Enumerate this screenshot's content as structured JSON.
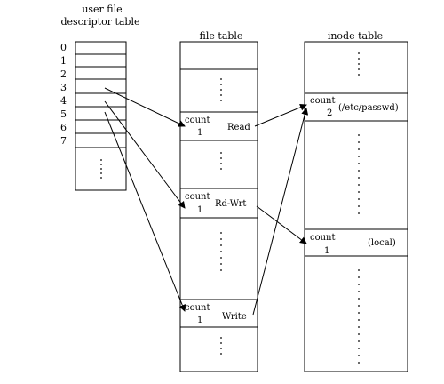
{
  "titles": {
    "ufd_line1": "user file",
    "ufd_line2": "descriptor table",
    "file_table": "file table",
    "inode_table": "inode table"
  },
  "ufd_indices": [
    "0",
    "1",
    "2",
    "3",
    "4",
    "5",
    "6",
    "7"
  ],
  "file_entries": [
    {
      "count_label": "count",
      "count_value": "1",
      "mode": "Read"
    },
    {
      "count_label": "count",
      "count_value": "1",
      "mode": "Rd-Wrt"
    },
    {
      "count_label": "count",
      "count_value": "1",
      "mode": "Write"
    }
  ],
  "inode_entries": [
    {
      "count_label": "count",
      "count_value": "2",
      "name": "(/etc/passwd)"
    },
    {
      "count_label": "count",
      "count_value": "1",
      "name": "(local)"
    }
  ],
  "pointers": [
    {
      "from": "fd 3",
      "to": "file entry Read"
    },
    {
      "from": "fd 4",
      "to": "file entry Rd-Wrt"
    },
    {
      "from": "fd 5",
      "to": "file entry Write"
    },
    {
      "from": "file entry Read",
      "to": "inode (/etc/passwd)"
    },
    {
      "from": "file entry Write",
      "to": "inode (/etc/passwd)"
    },
    {
      "from": "file entry Rd-Wrt",
      "to": "inode (local)"
    }
  ]
}
